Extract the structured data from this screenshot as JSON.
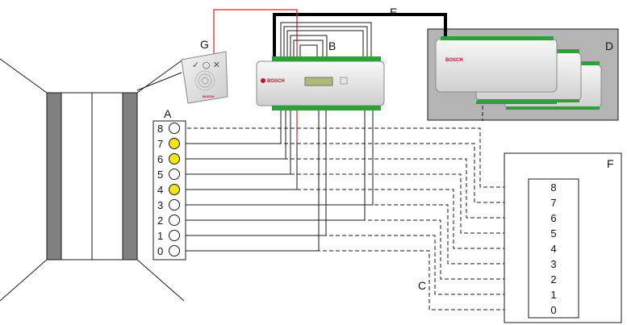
{
  "labels": {
    "a": "A",
    "b": "B",
    "c": "C",
    "d": "D",
    "e": "E",
    "f": "F",
    "g": "G"
  },
  "brand_text": "BOSCH",
  "reader_symbols": "✓ ○ ✕",
  "panel_a": {
    "terminals": [
      "8",
      "7",
      "6",
      "5",
      "4",
      "3",
      "2",
      "1",
      "0"
    ],
    "highlighted": [
      "7",
      "6",
      "4"
    ]
  },
  "panel_f": {
    "terminals": [
      "8",
      "7",
      "6",
      "5",
      "4",
      "3",
      "2",
      "1",
      "0"
    ]
  },
  "colors": {
    "highlight": "#f2e41a",
    "signal_wire": "#e02020",
    "bus_wire": "#000000",
    "rack_background": "#b4b4b4",
    "brand": "#c8102e",
    "terminal_green": "#2f9e3b"
  }
}
